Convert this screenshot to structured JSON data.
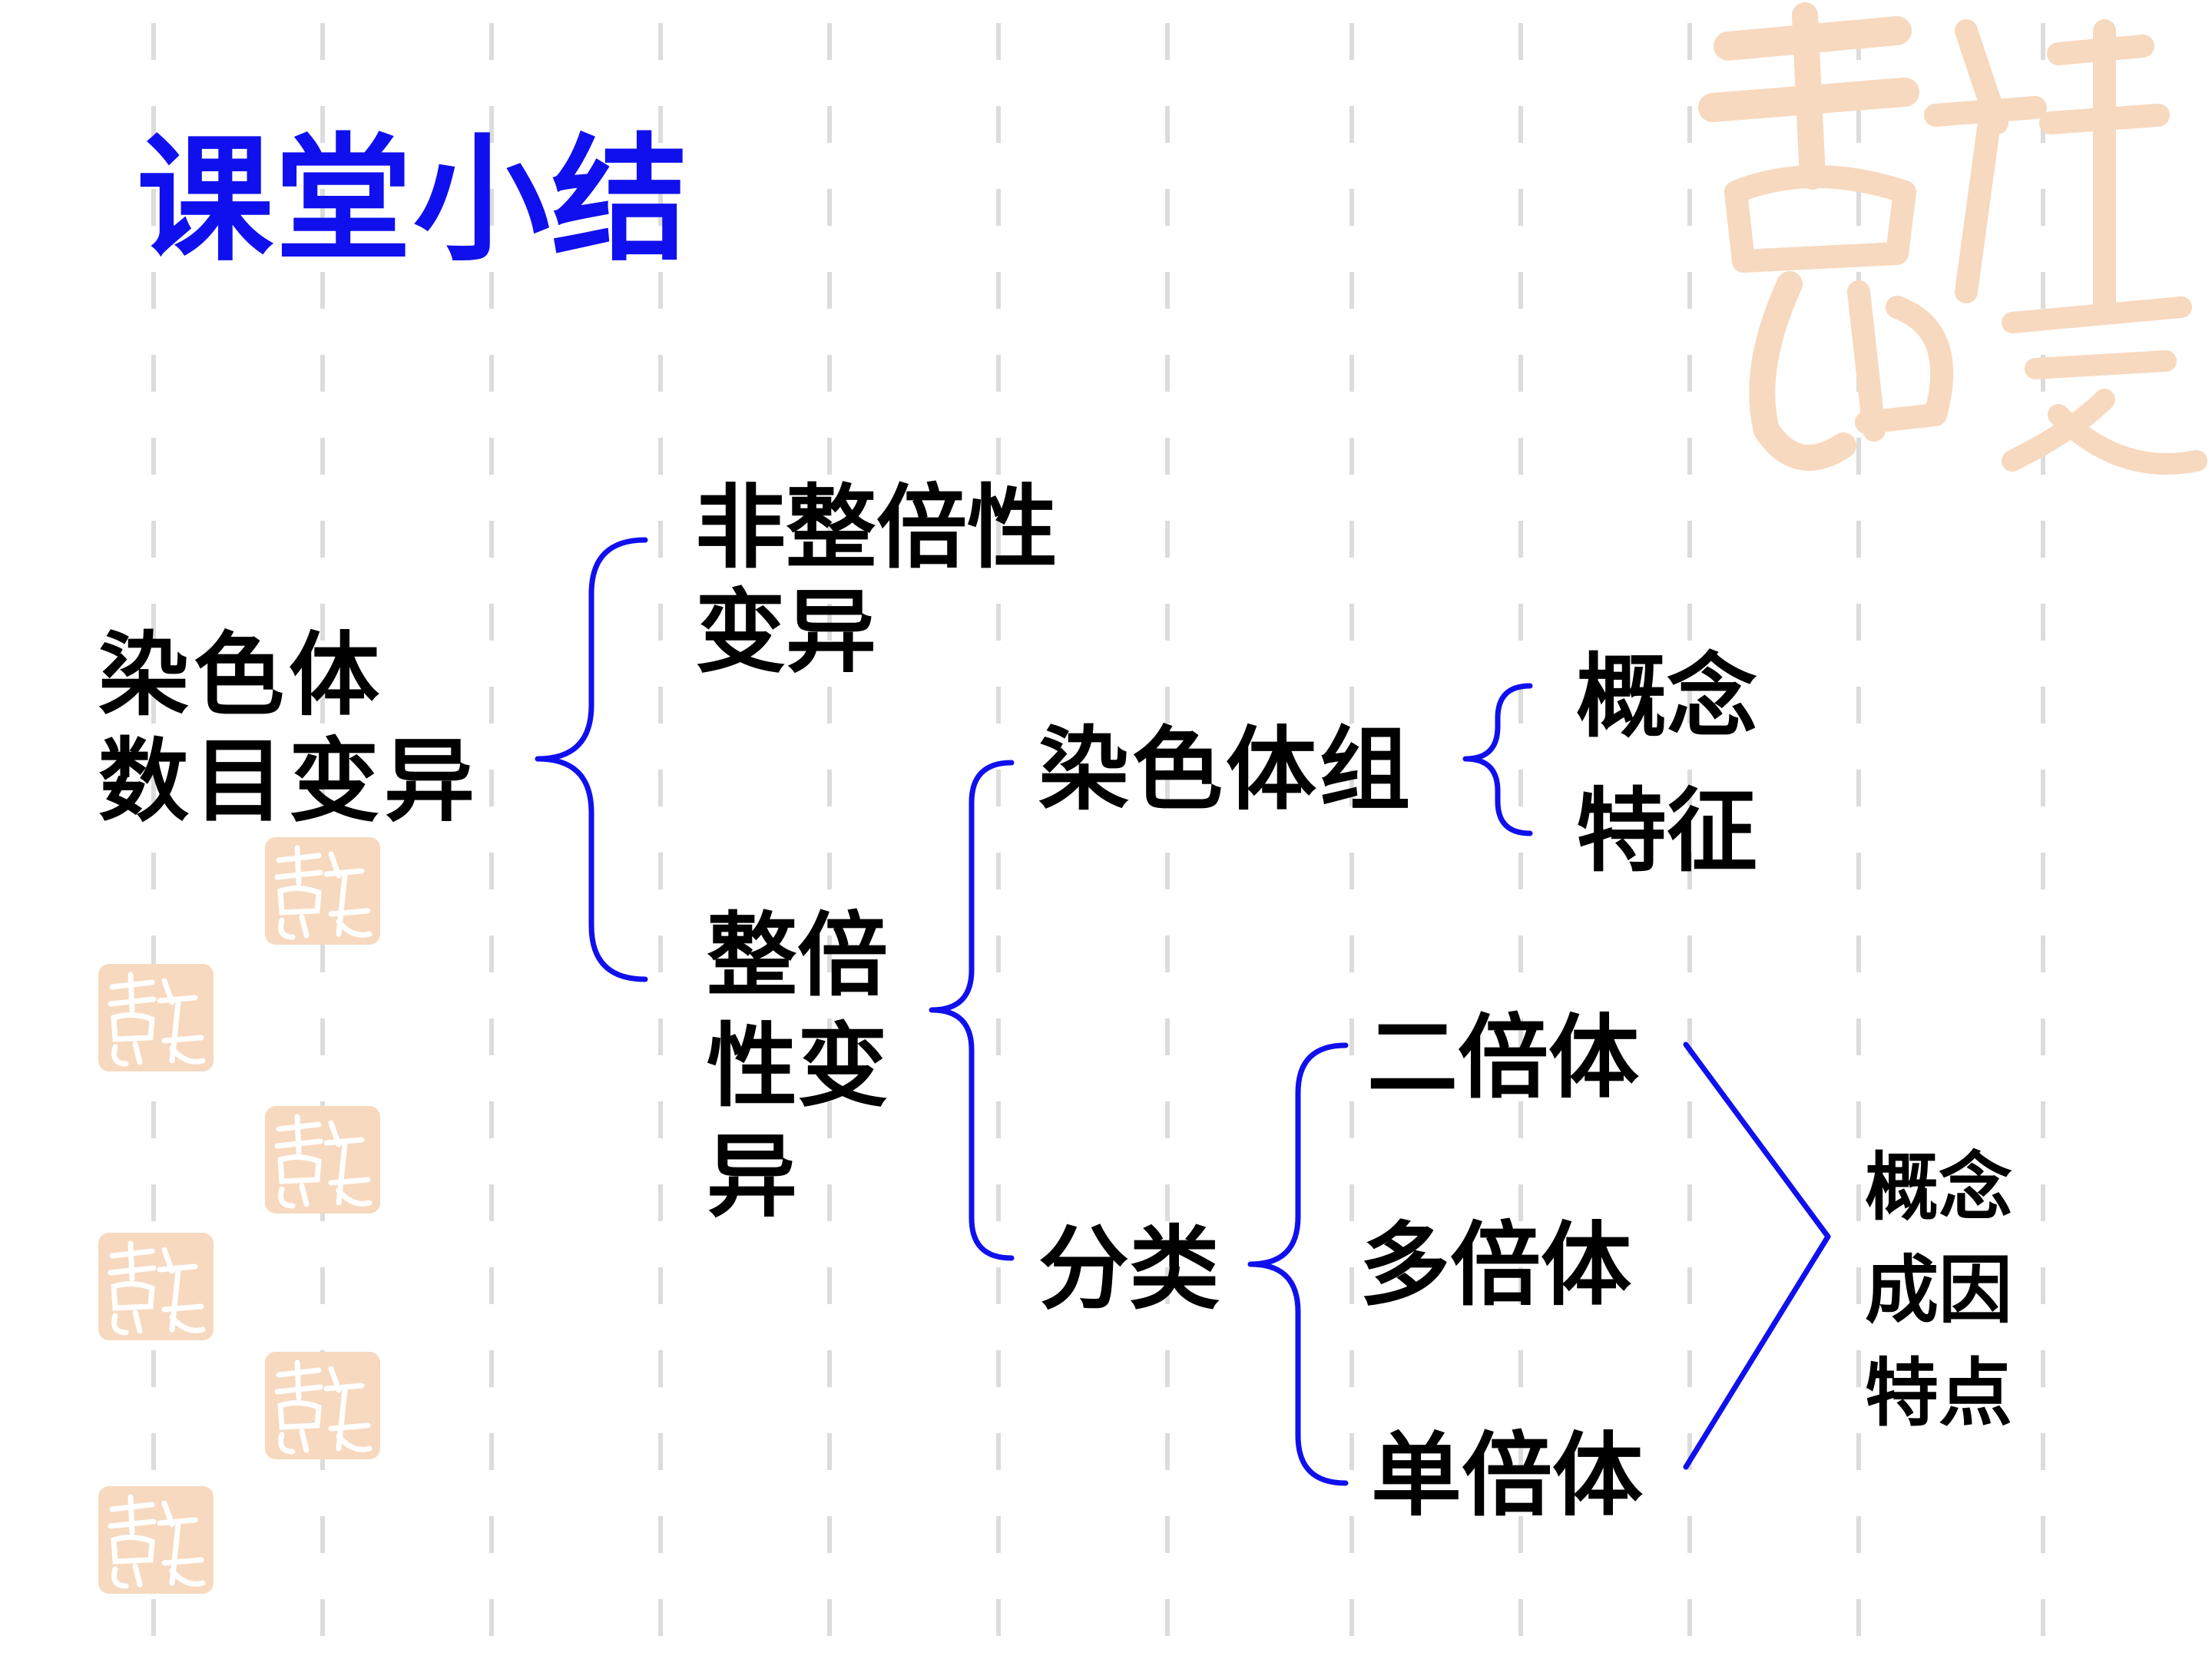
{
  "slide": {
    "title": "课堂小结",
    "colors": {
      "title": "#1010ee",
      "brace": "#1010ee",
      "text": "#000000",
      "grid": "#dcdcdc",
      "seal": "#f7d9bf"
    },
    "decoration": {
      "seal_icon": "auspicious-seal-icon",
      "seal_text": "吉祥如意"
    }
  },
  "tree": {
    "root": [
      "染色体",
      "数目变异"
    ],
    "non_euploid": [
      "非整倍性",
      "变异"
    ],
    "euploid": [
      "整倍",
      "性变",
      "异"
    ],
    "chromosome_set": "染色体组",
    "chromosome_set_items": [
      "概念",
      "特征"
    ],
    "classification": "分类",
    "ploidy_types": [
      "二倍体",
      "多倍体",
      "单倍体"
    ],
    "ploidy_items": [
      "概念",
      "成因",
      "特点"
    ]
  }
}
